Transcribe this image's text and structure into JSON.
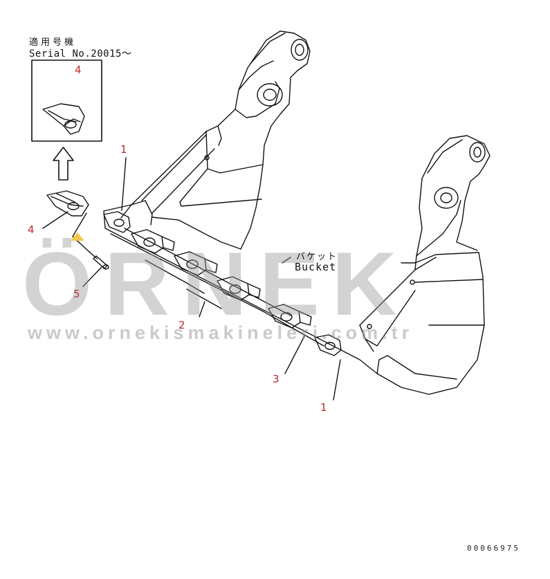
{
  "header": {
    "applicable_label": "適用号機",
    "serial_text": "Serial No.20015～"
  },
  "callouts": {
    "inset_part": "4",
    "part_1_top": "1",
    "part_4": "4",
    "part_5": "5",
    "part_2": "2",
    "part_3": "3",
    "part_1_bottom": "1"
  },
  "bucket": {
    "label_jp": "バケット",
    "label_en": "Bucket"
  },
  "watermark": {
    "brand": "ÖRNEK",
    "url": "www.ornekismakineleri.com.tr"
  },
  "drawing_code": "00066975",
  "colors": {
    "line": "#111111",
    "callout": "#c0282d",
    "watermark": "#969696",
    "accent_mark": "#f2c94c"
  }
}
